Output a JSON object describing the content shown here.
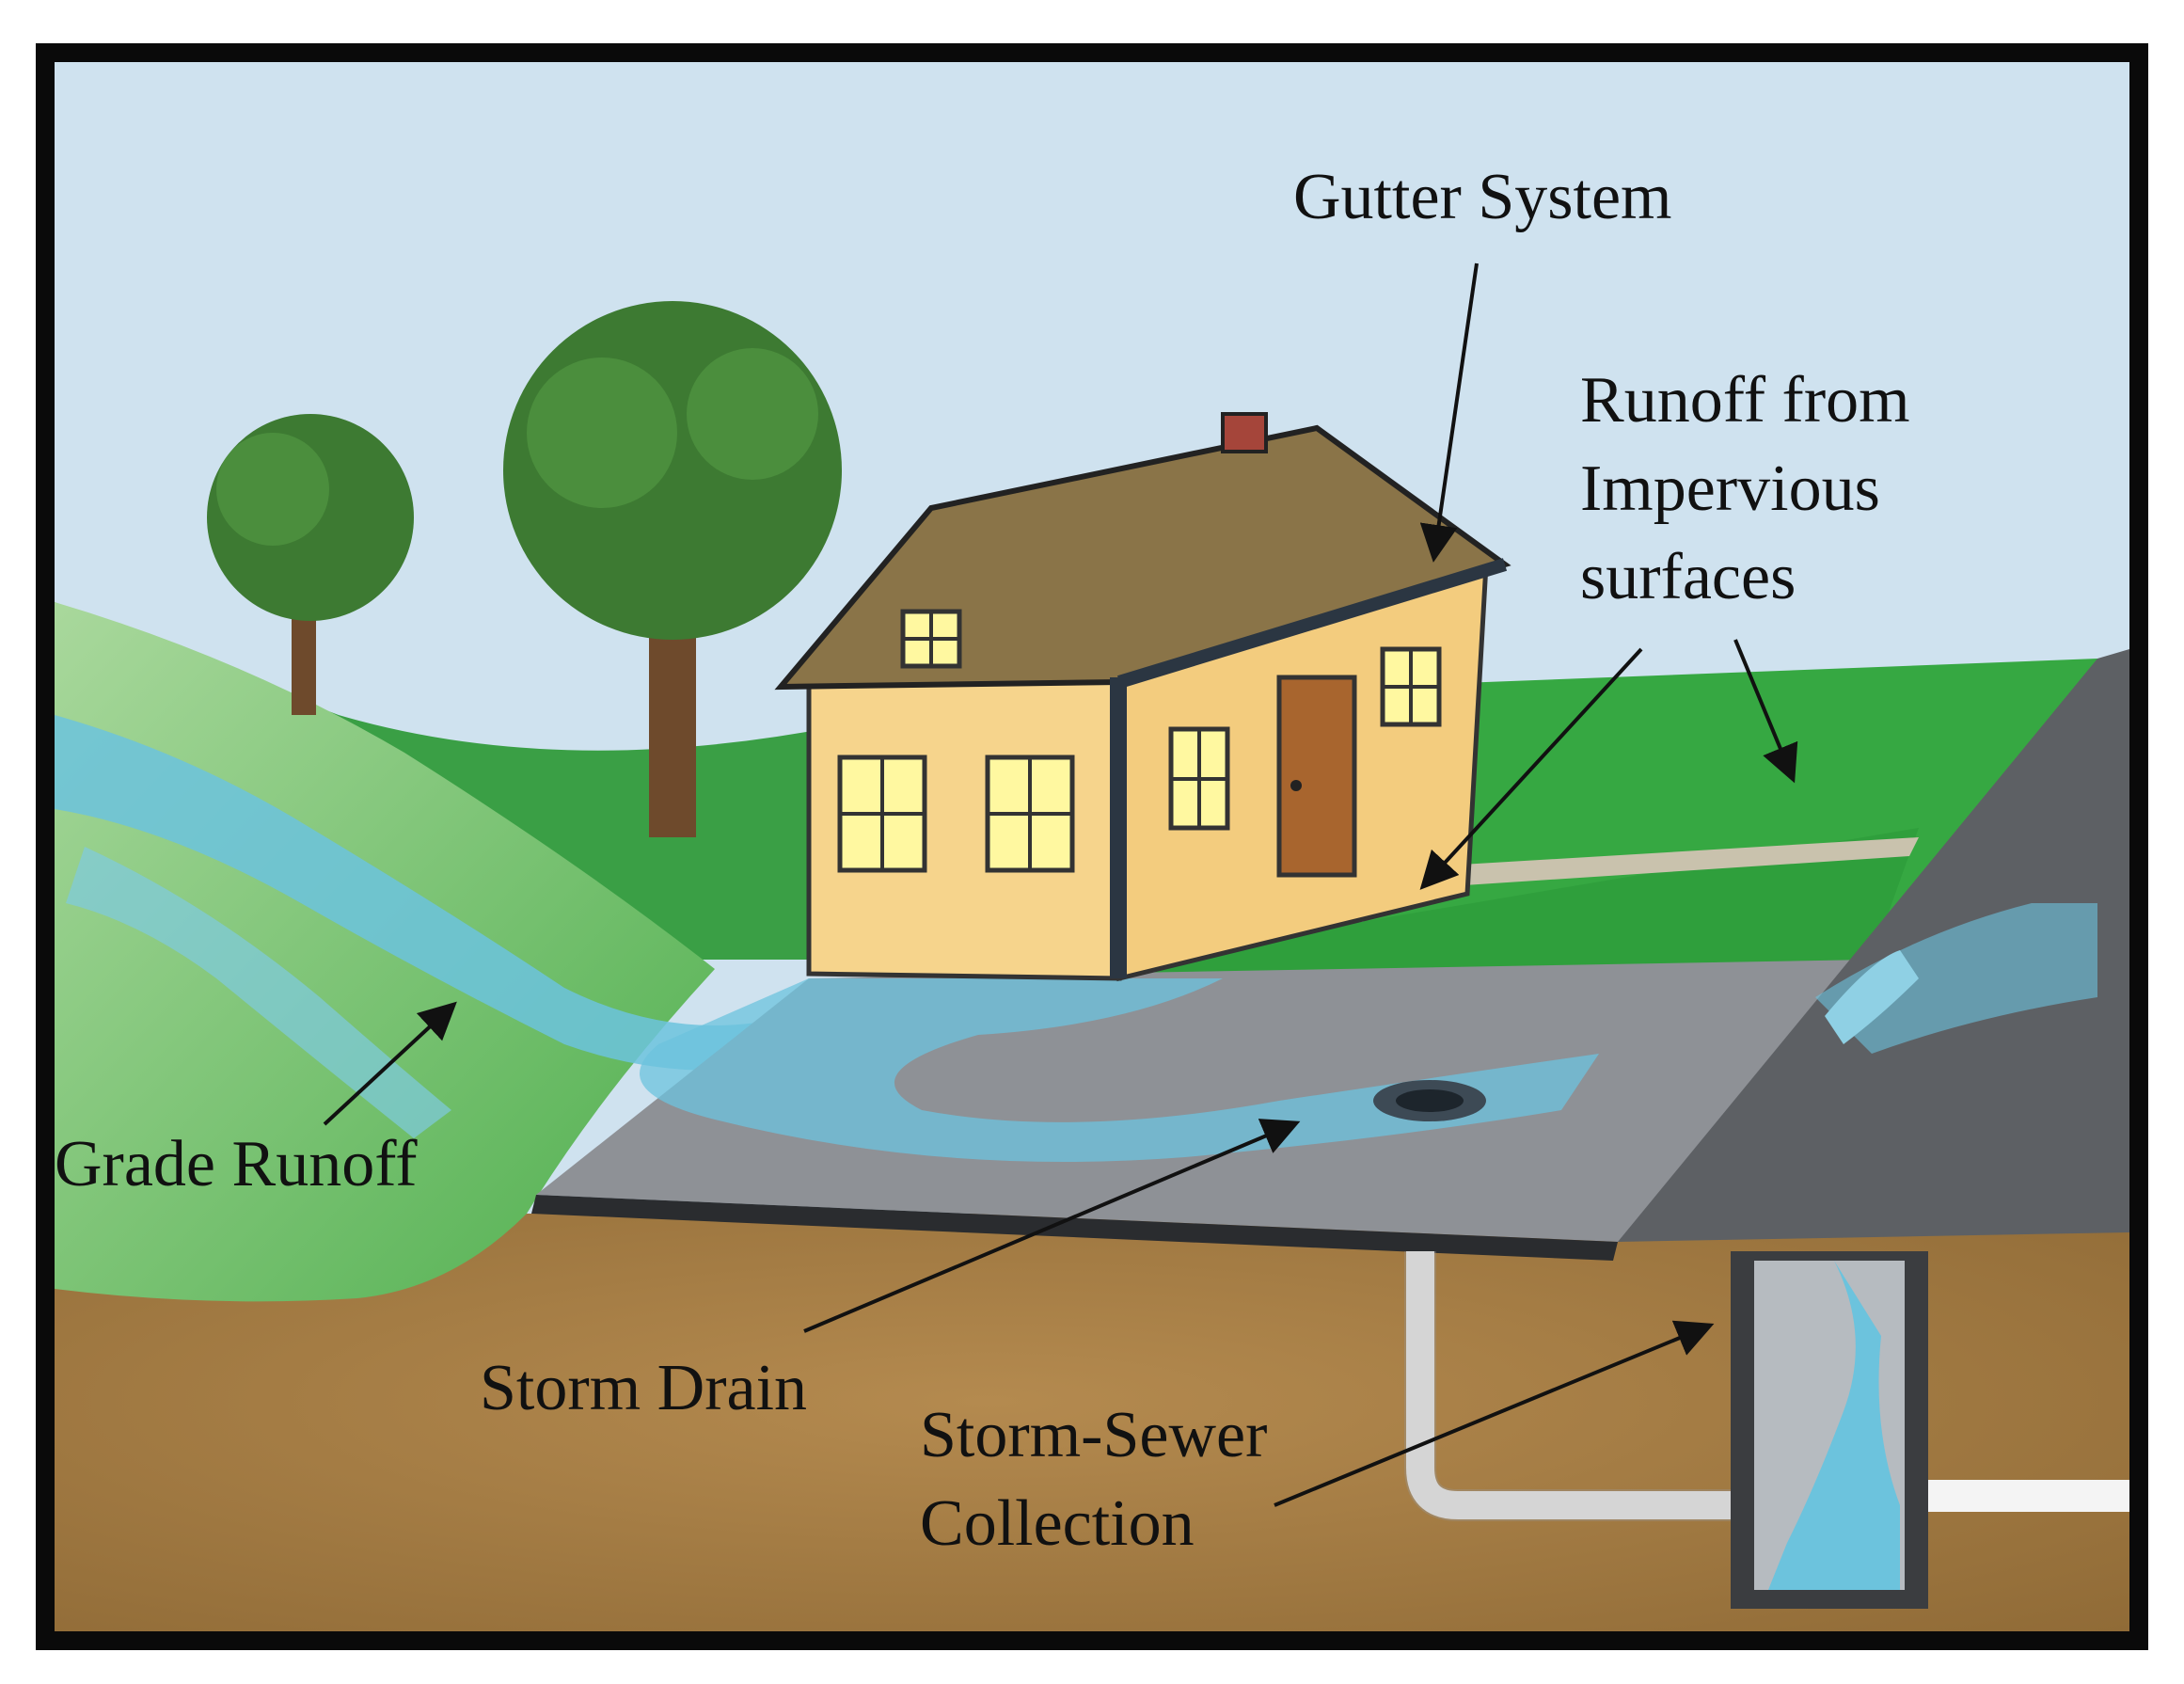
{
  "labels": {
    "gutter_system": "Gutter System",
    "runoff_line1": "Runoff from",
    "runoff_line2": "Impervious",
    "runoff_line3": "surfaces",
    "grade_runoff": "Grade Runoff",
    "storm_drain": "Storm Drain",
    "sewer_line1": "Storm-Sewer",
    "sewer_line2": "Collection"
  },
  "colors": {
    "sky": "#cfe2ef",
    "grass": "#39a844",
    "hill": "#7cc47a",
    "soil": "#a87f45",
    "pavement": "#8e9196",
    "water": "#6cc3dd",
    "house_wall": "#f6d48c",
    "roof": "#8a7448",
    "frame": "#0a0a0a"
  }
}
